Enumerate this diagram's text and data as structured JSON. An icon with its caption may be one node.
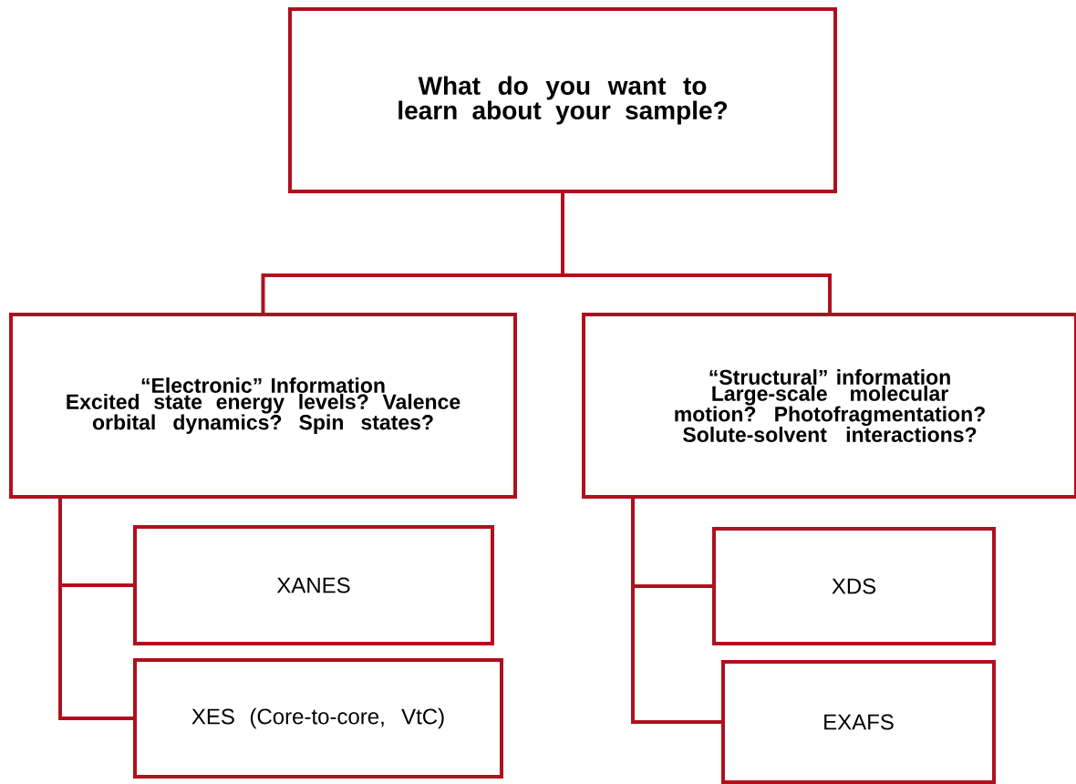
{
  "diagram": {
    "nodes": [
      {
        "text": [
          "What do you want to learn about your sample?"
        ]
      },
      {
        "text": [
          "“Electronic” Information",
          "Excited state energy levels? Valence orbital dynamics? Spin states?"
        ]
      },
      {
        "text": [
          "“Structural” information",
          "**L**arge-scale molecular motion? Photofragmentation? Solute-solvent interactions?"
        ]
      },
      {
        "text": [
          "XANES"
        ]
      },
      {
        "text": [
          "XES (Core-to-core, VtC)"
        ]
      },
      {
        "text": [
          "XDS"
        ]
      },
      {
        "text": [
          "EXAFS"
        ]
      }
    ],
    "edges": [
      {
        "from": 0,
        "to": 1,
        "arrow": "none"
      },
      {
        "from": 0,
        "to": 2,
        "arrow": "none"
      },
      {
        "from": 1,
        "to": 3,
        "arrow": "none"
      },
      {
        "from": 1,
        "to": 4,
        "arrow": "none"
      },
      {
        "from": 2,
        "to": 5,
        "arrow": "none"
      },
      {
        "from": 2,
        "to": 6,
        "arrow": "none"
      }
    ]
  }
}
